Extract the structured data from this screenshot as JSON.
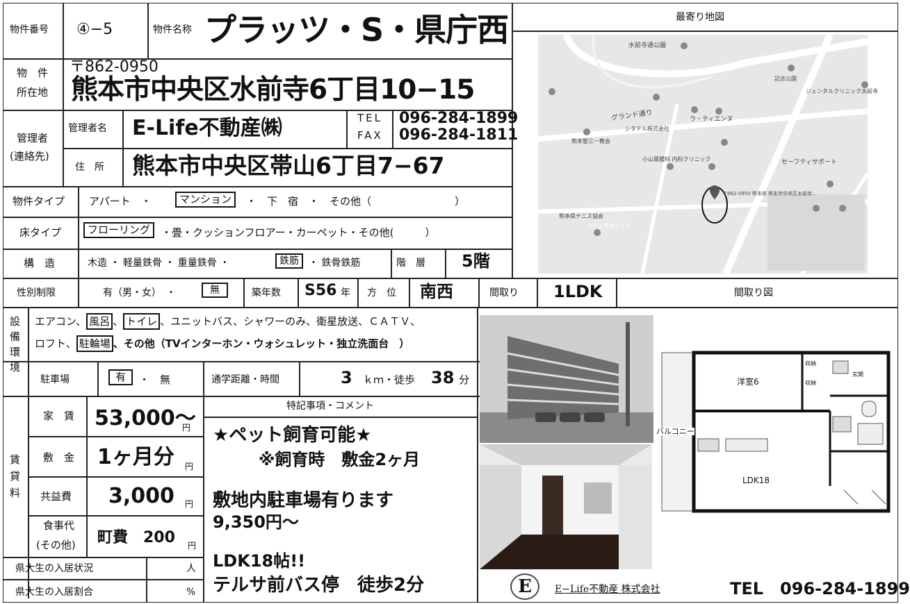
{
  "header": {
    "property_no_label": "物件番号",
    "property_no": "④−5",
    "property_name_label": "物件名称",
    "property_name": "プラッツ・S・県庁西"
  },
  "location": {
    "label_1": "物　件",
    "label_2": "所在地",
    "postal": "〒862-0950",
    "address": "熊本市中央区水前寺6丁目10−15"
  },
  "manager": {
    "label_1": "管理者",
    "label_2": "(連絡先)",
    "name_label": "管理者名",
    "name": "E-Life不動産㈱",
    "tel_label": "TEL",
    "fax_label": "FAX",
    "tel": "096-284-1899",
    "fax": "096-284-1811",
    "address_label": "住　所",
    "address": "熊本市中央区帯山6丁目7−67"
  },
  "type_row": {
    "label": "物件タイプ",
    "opt1": "アパート　・",
    "selected": "マンション",
    "opt2": "・　下　宿　・　その他（　　　　　　　　）"
  },
  "floor_row": {
    "label": "床タイプ",
    "selected": "フローリング",
    "rest": "・畳・クッションフロアー・カーペット・その他(　　　）"
  },
  "structure_row": {
    "label": "構　造",
    "opt1": "木造 ・ 軽量鉄骨 ・ 重量鉄骨 ・",
    "selected": "鉄筋",
    "opt2": "・ 鉄骨鉄筋",
    "floors_label": "階　層",
    "floors": "5階"
  },
  "map": {
    "title": "最寄り地図",
    "labels": [
      "水前寺通公園",
      "グランド通り",
      "シタテル株式会社",
      "ラ・ティエンヌ",
      "熊本聖三一教会",
      "小山胃腸科 内科クリニック",
      "熊本県テニス協会",
      "ホテル熊本テルサ",
      "セーフティサポート",
      "記念公園",
      "ジェンタルクリニック水前寺",
      "〒862-0950 熊本県 熊本市中央区水前寺…"
    ]
  },
  "gender_row": {
    "label": "性別制限",
    "opt": "有（男・女）　・",
    "selected": "無",
    "built_label": "築年数",
    "built": "S56",
    "built_unit": "年",
    "dir_label": "方　位",
    "dir": "南西",
    "layout_label": "間取り",
    "layout": "1LDK",
    "plan_title": "間取り図"
  },
  "equipment": {
    "label": "設備環境",
    "l1_a": "エアコン、",
    "l1_s1": "風呂",
    "l1_b": "、",
    "l1_s2": "トイレ",
    "l1_c": "、ユニットバス、シャワーのみ、衛星放送、ＣＡＴＶ、",
    "l2_a": "ロフト、",
    "l2_s1": "駐輪場",
    "l2_b": "、その他（TVインターホン・ウォシュレット・独立洗面台　）",
    "parking_label": "駐車場",
    "parking_selected": "有",
    "parking_rest": "・　無",
    "commute_label": "通学距離・時間",
    "commute_km": "3",
    "commute_km_unit": "ｋｍ・徒歩",
    "commute_min": "38",
    "commute_min_unit": "分"
  },
  "rent": {
    "label": "賃貸料",
    "rent_label": "家　賃",
    "rent": "53,000〜",
    "deposit_label": "敷　金",
    "deposit": "1ヶ月分",
    "common_label": "共益費",
    "common": "3,000",
    "meal_label_1": "食事代",
    "meal_label_2": "(その他)",
    "meal": "町費　200",
    "yen": "円"
  },
  "students": {
    "status_label": "県大生の入居状況",
    "status_unit": "人",
    "ratio_label": "県大生の入居割合",
    "ratio_unit": "%"
  },
  "comments": {
    "title": "特記事項・コメント",
    "line1": "★ペット飼育可能★",
    "line2": "※飼育時　敷金2ヶ月",
    "line3": "敷地内駐車場有ります",
    "line4": "9,350円〜",
    "line5": "LDK18帖!!",
    "line6": "テルサ前バス停　徒歩2分"
  },
  "floorplan": {
    "room1": "洋室6",
    "room2": "LDK18",
    "balcony": "バルコニー",
    "storage1": "収納",
    "storage2": "収納",
    "entrance": "玄関"
  },
  "footer": {
    "logo": "E",
    "company": "E−Life不動産 株式会社",
    "tel": "TEL　096-284-1899"
  }
}
